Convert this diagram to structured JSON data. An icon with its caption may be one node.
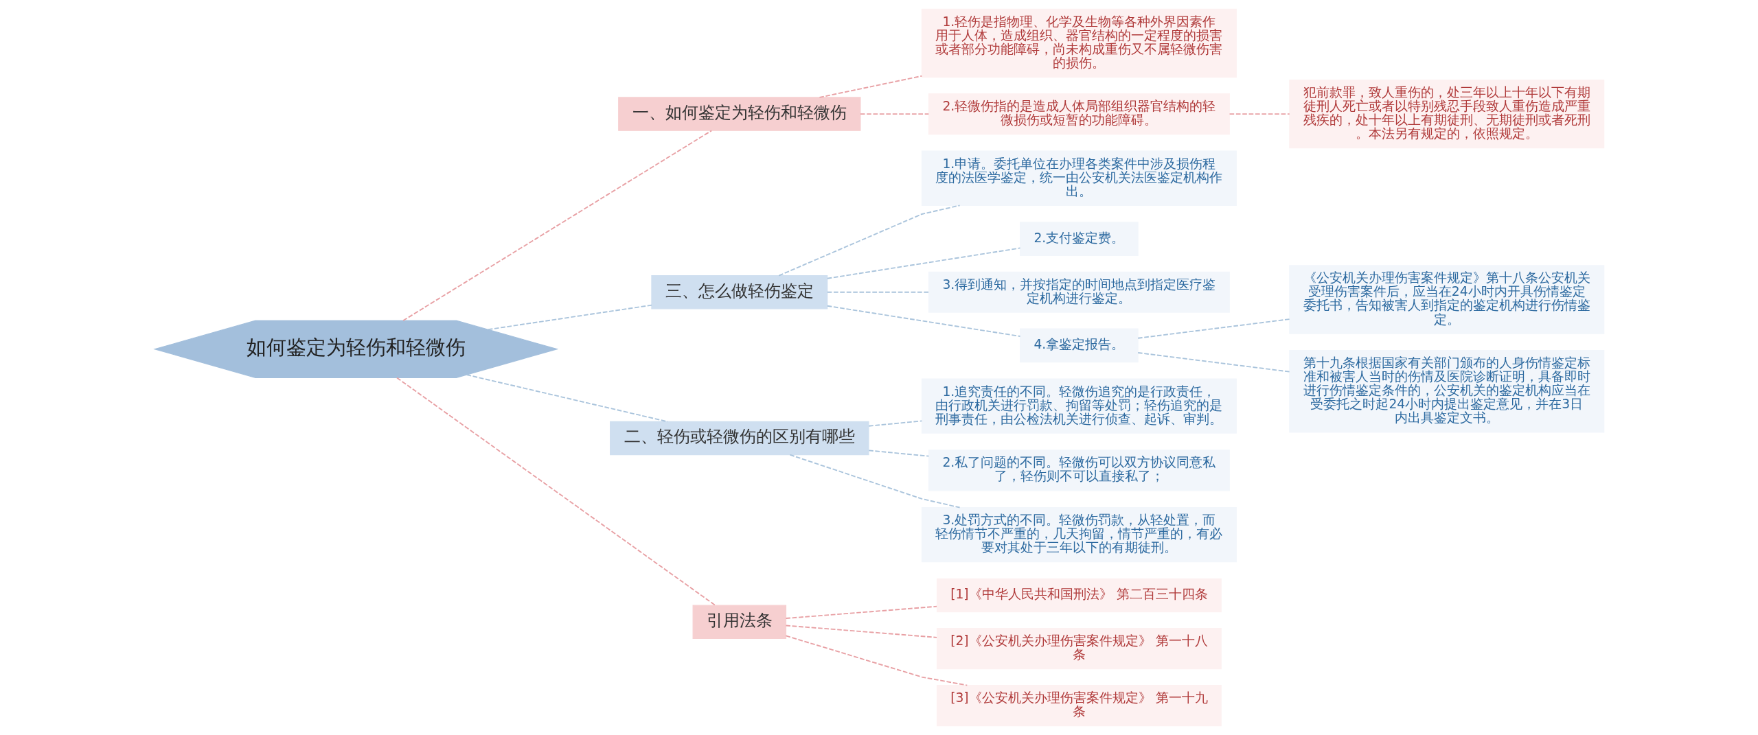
{
  "diagram": {
    "nodes": [
      {
        "text": [
          "如何鉴定为轻伤和轻微伤"
        ]
      },
      {
        "text": [
          "一、如何鉴定为轻伤和轻微伤"
        ]
      },
      {
        "text": [
          "1.轻伤是指物理、化学及生物等各种外界因素作用于人体，造成组织、器官结构的一定程度的损害或者部分功能障碍，尚未构成重伤又不属轻微伤害的损伤。"
        ]
      },
      {
        "text": [
          "2.轻微伤指的是造成人体局部组织器官结构的轻微损伤或短暂的功能障碍。"
        ]
      },
      {
        "text": [
          "犯前款罪，致人重伤的，处三年以上十年以下有期徒刑人死亡或者以特别残忍手段致人重伤造成严重残疾的，处十年以上有期徒刑、无期徒刑或者死刑。本法另有规定的，依照规定。"
        ]
      },
      {
        "text": [
          "三、怎么做轻伤鉴定"
        ]
      },
      {
        "text": [
          "1.申请。委托单位在办理各类案件中涉及损伤程度的法医学鉴定，统一由公安机关法医鉴定机构作出。"
        ]
      },
      {
        "text": [
          "2.支付鉴定费。"
        ]
      },
      {
        "text": [
          "3.得到通知，并按指定的时间地点到指定医疗鉴定机构进行鉴定。"
        ]
      },
      {
        "text": [
          "4.拿鉴定报告。"
        ]
      },
      {
        "text": [
          "《公安机关办理伤害案件规定》第十八条公安机关受理伤害案件后，应当在24小时内开具伤情鉴定委托书，告知被害人到指定的鉴定机构进行伤情鉴定。"
        ]
      },
      {
        "text": [
          "第十九条根据国家有关部门颁布的人身伤情鉴定标准和被害人当时的伤情及医院诊断证明，具备即时进行伤情鉴定条件的，公安机关的鉴定机构应当在受委托之时起24小时内提出鉴定意见，并在3日内出具鉴定文书。"
        ]
      },
      {
        "text": [
          "二、轻伤或轻微伤的区别有哪些"
        ]
      },
      {
        "text": [
          "1.追究责任的不同。轻微伤追究的是行政责任，由行政机关进行罚款、拘留等处罚；轻伤追究的是刑事责任，由公检法机关进行侦查、起诉、审判。"
        ]
      },
      {
        "text": [
          "2.私了问题的不同。轻微伤可以双方协议同意私了，轻伤则不可以直接私了；"
        ]
      },
      {
        "text": [
          "3.处罚方式的不同。轻微伤罚款，从轻处置，而轻伤情节不严重的，几天拘留，情节严重的，有必要对其处于三年以下的有期徒刑。"
        ]
      },
      {
        "text": [
          "引用法条"
        ]
      },
      {
        "text": [
          "[1]《中华人民共和国刑法》 第二百三十四条"
        ]
      },
      {
        "text": [
          "[2]《公安机关办理伤害案件规定》 第一十八条"
        ]
      },
      {
        "text": [
          "[3]《公安机关办理伤害案件规定》 第一十九条"
        ]
      }
    ],
    "edges": [
      {
        "from": 0,
        "to": 1,
        "arrow": "none",
        "style": "dashed",
        "color": "#e8a0a4"
      },
      {
        "from": 1,
        "to": 2,
        "arrow": "none",
        "style": "dashed",
        "color": "#e8a0a4"
      },
      {
        "from": 1,
        "to": 3,
        "arrow": "none",
        "style": "dashed",
        "color": "#e8a0a4"
      },
      {
        "from": 3,
        "to": 4,
        "arrow": "none",
        "style": "dashed",
        "color": "#e8a0a4"
      },
      {
        "from": 0,
        "to": 5,
        "arrow": "none",
        "style": "dashed"
      },
      {
        "from": 5,
        "to": 6,
        "arrow": "none",
        "style": "dashed"
      },
      {
        "from": 5,
        "to": 7,
        "arrow": "none",
        "style": "dashed"
      },
      {
        "from": 5,
        "to": 8,
        "arrow": "none",
        "style": "dashed"
      },
      {
        "from": 5,
        "to": 9,
        "arrow": "none",
        "style": "dashed"
      },
      {
        "from": 9,
        "to": 10,
        "arrow": "none",
        "style": "dashed"
      },
      {
        "from": 9,
        "to": 11,
        "arrow": "none",
        "style": "dashed"
      },
      {
        "from": 0,
        "to": 12,
        "arrow": "none",
        "style": "dashed"
      },
      {
        "from": 12,
        "to": 13,
        "arrow": "none",
        "style": "dashed"
      },
      {
        "from": 12,
        "to": 14,
        "arrow": "none",
        "style": "dashed"
      },
      {
        "from": 12,
        "to": 15,
        "arrow": "none",
        "style": "dashed"
      },
      {
        "from": 0,
        "to": 16,
        "arrow": "none",
        "style": "dashed",
        "color": "#e8a0a4"
      },
      {
        "from": 16,
        "to": 17,
        "arrow": "none",
        "style": "dashed",
        "color": "#e8a0a4"
      },
      {
        "from": 16,
        "to": 18,
        "arrow": "none",
        "style": "dashed",
        "color": "#e8a0a4"
      },
      {
        "from": 16,
        "to": 19,
        "arrow": "none",
        "style": "dashed",
        "color": "#e8a0a4"
      }
    ]
  }
}
